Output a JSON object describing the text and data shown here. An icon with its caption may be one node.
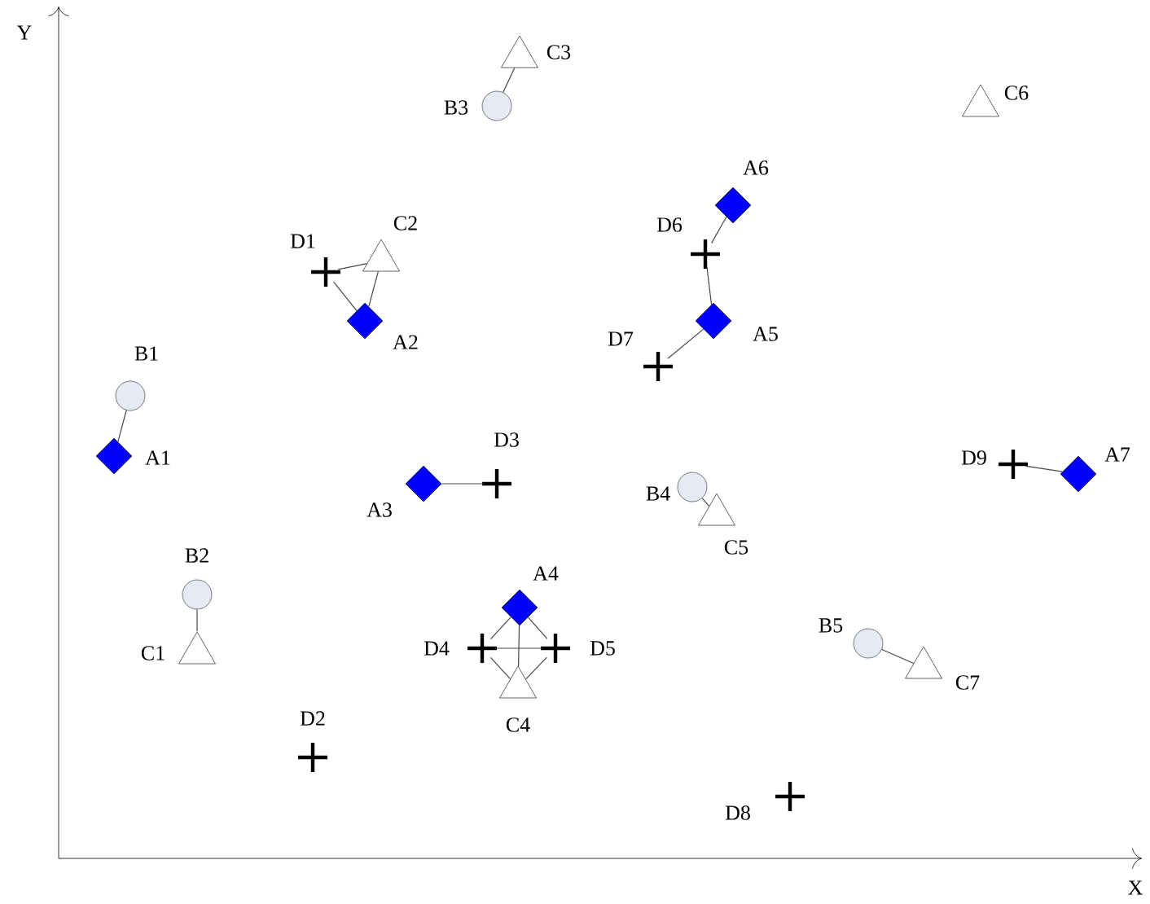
{
  "diagram": {
    "nodes": [
      {
        "text": [
          "A1"
        ]
      },
      {
        "text": [
          "A2"
        ]
      },
      {
        "text": [
          "A3"
        ]
      },
      {
        "text": [
          "A4"
        ]
      },
      {
        "text": [
          "A5"
        ]
      },
      {
        "text": [
          "A6"
        ]
      },
      {
        "text": [
          "A7"
        ]
      },
      {
        "text": [
          "B1"
        ]
      },
      {
        "text": [
          "B2"
        ]
      },
      {
        "text": [
          "B3"
        ]
      },
      {
        "text": [
          "B4"
        ]
      },
      {
        "text": [
          "B5"
        ]
      },
      {
        "text": [
          "C1"
        ]
      },
      {
        "text": [
          "C2"
        ]
      },
      {
        "text": [
          "C3"
        ]
      },
      {
        "text": [
          "C4"
        ]
      },
      {
        "text": [
          "C5"
        ]
      },
      {
        "text": [
          "C6"
        ]
      },
      {
        "text": [
          "C7"
        ]
      },
      {
        "text": [
          "D1"
        ]
      },
      {
        "text": [
          "D2"
        ]
      },
      {
        "text": [
          "D3"
        ]
      },
      {
        "text": [
          "D4"
        ]
      },
      {
        "text": [
          "D5"
        ]
      },
      {
        "text": [
          "D6"
        ]
      },
      {
        "text": [
          "D7"
        ]
      },
      {
        "text": [
          "D8"
        ]
      },
      {
        "text": [
          "D9"
        ]
      }
    ],
    "edges": [
      {
        "from": 7,
        "to": 0,
        "arrow": "none"
      },
      {
        "from": 19,
        "to": 13,
        "arrow": "none"
      },
      {
        "from": 19,
        "to": 1,
        "arrow": "none"
      },
      {
        "from": 1,
        "to": 13,
        "arrow": "none"
      },
      {
        "from": 9,
        "to": 14,
        "arrow": "none"
      },
      {
        "from": 5,
        "to": 24,
        "arrow": "none"
      },
      {
        "from": 24,
        "to": 4,
        "arrow": "none"
      },
      {
        "from": 4,
        "to": 25,
        "arrow": "none"
      },
      {
        "from": 2,
        "to": 21,
        "arrow": "none"
      },
      {
        "from": 10,
        "to": 16,
        "arrow": "none"
      },
      {
        "from": 27,
        "to": 6,
        "arrow": "none"
      },
      {
        "from": 8,
        "to": 12,
        "arrow": "none"
      },
      {
        "from": 3,
        "to": 22,
        "arrow": "none"
      },
      {
        "from": 3,
        "to": 23,
        "arrow": "none"
      },
      {
        "from": 22,
        "to": 23,
        "arrow": "none"
      },
      {
        "from": 3,
        "to": 15,
        "arrow": "none"
      },
      {
        "from": 22,
        "to": 15,
        "arrow": "none"
      },
      {
        "from": 23,
        "to": 15,
        "arrow": "none"
      },
      {
        "from": 11,
        "to": 18,
        "arrow": "none"
      }
    ],
    "labels": [
      "Y",
      "X"
    ]
  }
}
